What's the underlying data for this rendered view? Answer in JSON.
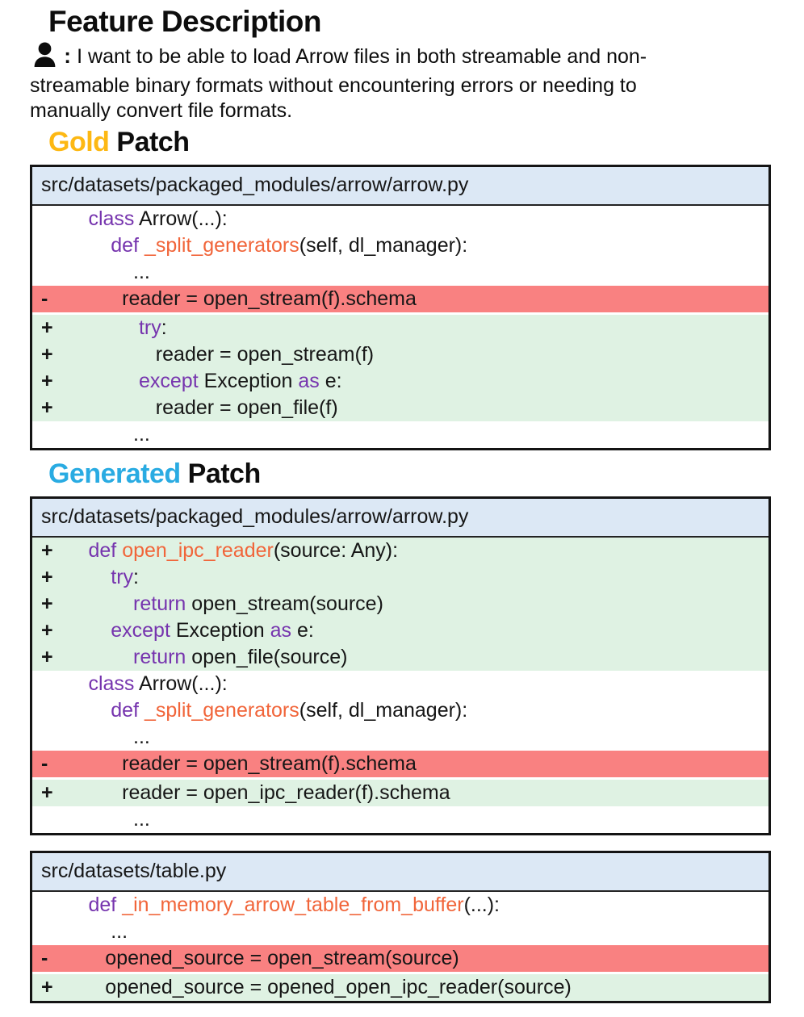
{
  "page_title": "Feature Description",
  "user_request": {
    "icon": "person-icon",
    "separator": ":",
    "description": "I want to be able to load Arrow files in both streamable and non-\nstreamable binary formats without encountering errors or needing to\nmanually convert file formats."
  },
  "colors": {
    "header_bg": "#DCE8F5",
    "removed_bg": "#F98181",
    "added_bg": "#DFF2E3",
    "keyword": "#7634AE",
    "function": "#F1653A",
    "gold_accent": "#FDB813",
    "generated_accent": "#29ABE2",
    "border": "#141414"
  },
  "gold_section": {
    "label_colored": "Gold",
    "label_plain": "Patch",
    "accent": "#FDB813",
    "blocks": [
      {
        "file_path": "src/datasets/packaged_modules/arrow/arrow.py",
        "lines": [
          {
            "kind": "context",
            "sign": "",
            "segments": [
              {
                "t": "          "
              },
              {
                "t": "class",
                "k": "kw"
              },
              {
                "t": " Arrow(...):"
              }
            ]
          },
          {
            "kind": "context",
            "sign": "",
            "segments": [
              {
                "t": "              "
              },
              {
                "t": "def",
                "k": "kw"
              },
              {
                "t": " "
              },
              {
                "t": "_split_generators",
                "k": "fn"
              },
              {
                "t": "(self, dl_manager):"
              }
            ]
          },
          {
            "kind": "context",
            "sign": "",
            "segments": [
              {
                "t": "                  ..."
              }
            ]
          },
          {
            "kind": "removed",
            "sign": "-",
            "segments": [
              {
                "t": "                reader = open_stream(f).schema"
              }
            ]
          },
          {
            "kind": "added",
            "sign": "+",
            "gap_above": true,
            "segments": [
              {
                "t": "                   "
              },
              {
                "t": "try",
                "k": "kw"
              },
              {
                "t": ":"
              }
            ]
          },
          {
            "kind": "added",
            "sign": "+",
            "segments": [
              {
                "t": "                      reader = open_stream(f)"
              }
            ]
          },
          {
            "kind": "added",
            "sign": "+",
            "segments": [
              {
                "t": "                   "
              },
              {
                "t": "except",
                "k": "kw"
              },
              {
                "t": " Exception "
              },
              {
                "t": "as",
                "k": "kw"
              },
              {
                "t": " e:"
              }
            ]
          },
          {
            "kind": "added",
            "sign": "+",
            "segments": [
              {
                "t": "                      reader = open_file(f)"
              }
            ]
          },
          {
            "kind": "context",
            "sign": "",
            "segments": [
              {
                "t": "                  ..."
              }
            ]
          }
        ]
      }
    ]
  },
  "generated_section": {
    "label_colored": "Generated",
    "label_plain": "Patch",
    "accent": "#29ABE2",
    "blocks": [
      {
        "file_path": "src/datasets/packaged_modules/arrow/arrow.py",
        "lines": [
          {
            "kind": "added",
            "sign": "+",
            "segments": [
              {
                "t": "          "
              },
              {
                "t": "def",
                "k": "kw"
              },
              {
                "t": " "
              },
              {
                "t": "open_ipc_reader",
                "k": "fn"
              },
              {
                "t": "(source: Any):"
              }
            ]
          },
          {
            "kind": "added",
            "sign": "+",
            "segments": [
              {
                "t": "              "
              },
              {
                "t": "try",
                "k": "kw"
              },
              {
                "t": ":"
              }
            ]
          },
          {
            "kind": "added",
            "sign": "+",
            "segments": [
              {
                "t": "                  "
              },
              {
                "t": "return",
                "k": "kw"
              },
              {
                "t": " open_stream(source)"
              }
            ]
          },
          {
            "kind": "added",
            "sign": "+",
            "segments": [
              {
                "t": "              "
              },
              {
                "t": "except",
                "k": "kw"
              },
              {
                "t": " Exception "
              },
              {
                "t": "as",
                "k": "kw"
              },
              {
                "t": " e:"
              }
            ]
          },
          {
            "kind": "added",
            "sign": "+",
            "segments": [
              {
                "t": "                  "
              },
              {
                "t": "return",
                "k": "kw"
              },
              {
                "t": " open_file(source)"
              }
            ]
          },
          {
            "kind": "context",
            "sign": "",
            "segments": [
              {
                "t": "          "
              },
              {
                "t": "class",
                "k": "kw"
              },
              {
                "t": " Arrow(...):"
              }
            ]
          },
          {
            "kind": "context",
            "sign": "",
            "segments": [
              {
                "t": "              "
              },
              {
                "t": "def",
                "k": "kw"
              },
              {
                "t": " "
              },
              {
                "t": "_split_generators",
                "k": "fn"
              },
              {
                "t": "(self, dl_manager):"
              }
            ]
          },
          {
            "kind": "context",
            "sign": "",
            "segments": [
              {
                "t": "                  ..."
              }
            ]
          },
          {
            "kind": "removed",
            "sign": "-",
            "segments": [
              {
                "t": "                reader = open_stream(f).schema"
              }
            ]
          },
          {
            "kind": "added",
            "sign": "+",
            "gap_above": true,
            "segments": [
              {
                "t": "                reader = open_ipc_reader(f).schema"
              }
            ]
          },
          {
            "kind": "context",
            "sign": "",
            "segments": [
              {
                "t": "                  ..."
              }
            ]
          }
        ]
      },
      {
        "file_path": "src/datasets/table.py",
        "lines": [
          {
            "kind": "context",
            "sign": "",
            "segments": [
              {
                "t": "          "
              },
              {
                "t": "def",
                "k": "kw"
              },
              {
                "t": " "
              },
              {
                "t": "_in_memory_arrow_table_from_buffer",
                "k": "fn"
              },
              {
                "t": "(...):"
              }
            ]
          },
          {
            "kind": "context",
            "sign": "",
            "segments": [
              {
                "t": "              ..."
              }
            ]
          },
          {
            "kind": "removed",
            "sign": "-",
            "segments": [
              {
                "t": "             opened_source = open_stream(source)"
              }
            ]
          },
          {
            "kind": "added",
            "sign": "+",
            "gap_above": true,
            "segments": [
              {
                "t": "             opened_source = opened_open_ipc_reader(source)"
              }
            ]
          }
        ]
      }
    ]
  }
}
